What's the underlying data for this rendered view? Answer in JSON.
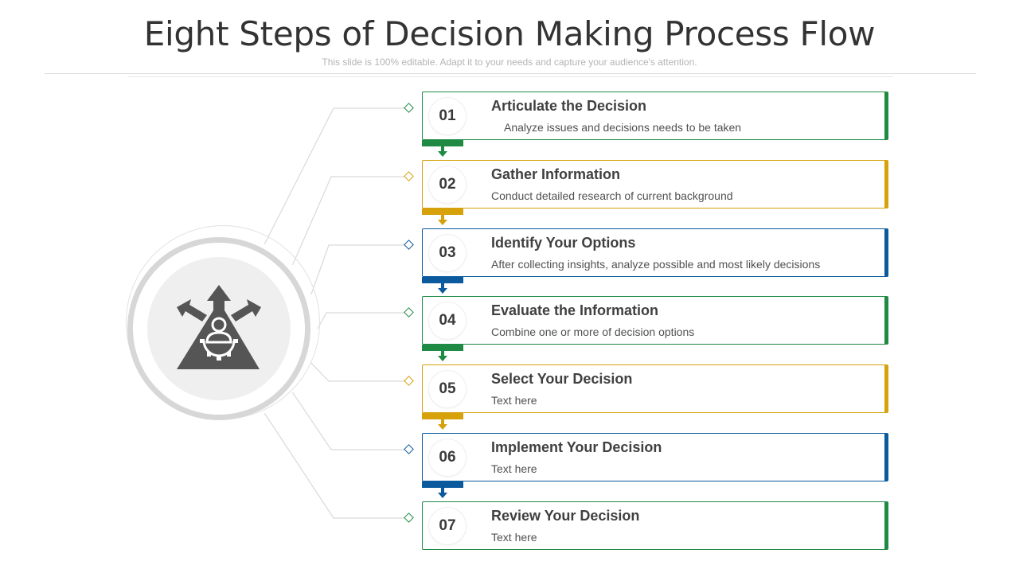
{
  "title": "Eight Steps of Decision Making Process Flow",
  "subtitle": "This slide is 100% editable. Adapt it to your needs and capture your audience's attention.",
  "hub": {
    "icon": "decision-person-arrows-icon"
  },
  "colors": {
    "green": "#1f8a44",
    "yellow": "#d6a10a",
    "blue": "#0b5a9e",
    "grey_icon": "#555555"
  },
  "steps": [
    {
      "number": "01",
      "heading": "Articulate the Decision",
      "description": "Analyze issues and decisions needs to be taken",
      "color": "green"
    },
    {
      "number": "02",
      "heading": "Gather Information",
      "description": "Conduct detailed research of current background",
      "color": "yellow"
    },
    {
      "number": "03",
      "heading": "Identify Your Options",
      "description": "After collecting insights, analyze possible and most likely decisions",
      "color": "blue"
    },
    {
      "number": "04",
      "heading": "Evaluate the Information",
      "description": "Combine one or  more of decision options",
      "color": "green"
    },
    {
      "number": "05",
      "heading": "Select Your Decision",
      "description": "Text here",
      "color": "yellow"
    },
    {
      "number": "06",
      "heading": "Implement Your Decision",
      "description": "Text here",
      "color": "blue"
    },
    {
      "number": "07",
      "heading": "Review Your Decision",
      "description": "Text here",
      "color": "green"
    }
  ]
}
